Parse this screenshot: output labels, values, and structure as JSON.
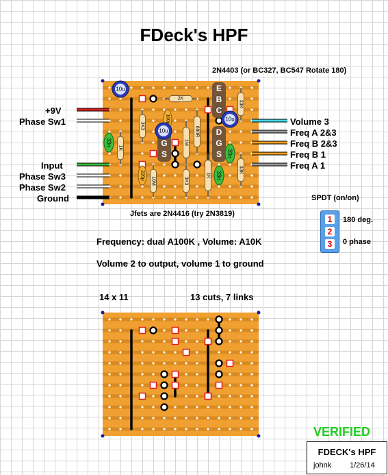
{
  "title": "FDeck's HPF",
  "transistor_note": "2N4403 (or BC327, BC547 Rotate 180)",
  "jfet_note": "Jfets are 2N4416 (try 2N3819)",
  "notes": {
    "frequency": "Frequency: dual A100K , Volume: A10K",
    "volume": "Volume 2 to output, volume 1 to ground"
  },
  "left_labels": [
    "+9V",
    "Phase Sw1",
    "Input",
    "Phase Sw3",
    "Phase Sw2",
    "Ground"
  ],
  "right_labels": [
    "Volume 3",
    "Freq A 2&3",
    "Freq B 2&3",
    "Freq B 1",
    "Freq A 1"
  ],
  "wire_colors": {
    "power": "#e02020",
    "input": "#3cbc3c",
    "ground": "#000000",
    "white": "#ffffff",
    "cyan": "#40d8e8",
    "orange": "#f0a020",
    "grey": "#9a9a9a",
    "board": "#f0a030",
    "strip": "#d88a20"
  },
  "components": {
    "cap_10u": "10u",
    "r_2k": "2K",
    "r_3k3": "3K3",
    "c_100p": "100p",
    "r_680r": "680R",
    "r_33k": "33K",
    "c_33n": "33n",
    "r_1k": "1K",
    "r_1m": "1M",
    "c_220p": "220p",
    "r_10m": "10M"
  },
  "transistor_pins": [
    "E",
    "B",
    "C"
  ],
  "jfet_pins": [
    "D",
    "G",
    "S"
  ],
  "spdt": {
    "title": "SPDT (on/on)",
    "pins": [
      "1",
      "2",
      "3"
    ],
    "labels": [
      "180 deg.",
      "0 phase"
    ]
  },
  "layout_title": {
    "size": "14 x 11",
    "cuts_links": "13 cuts, 7 links"
  },
  "verified": "VERIFIED",
  "credit": {
    "name": "FDECK's HPF",
    "author": "johnk",
    "date": "1/26/14"
  }
}
